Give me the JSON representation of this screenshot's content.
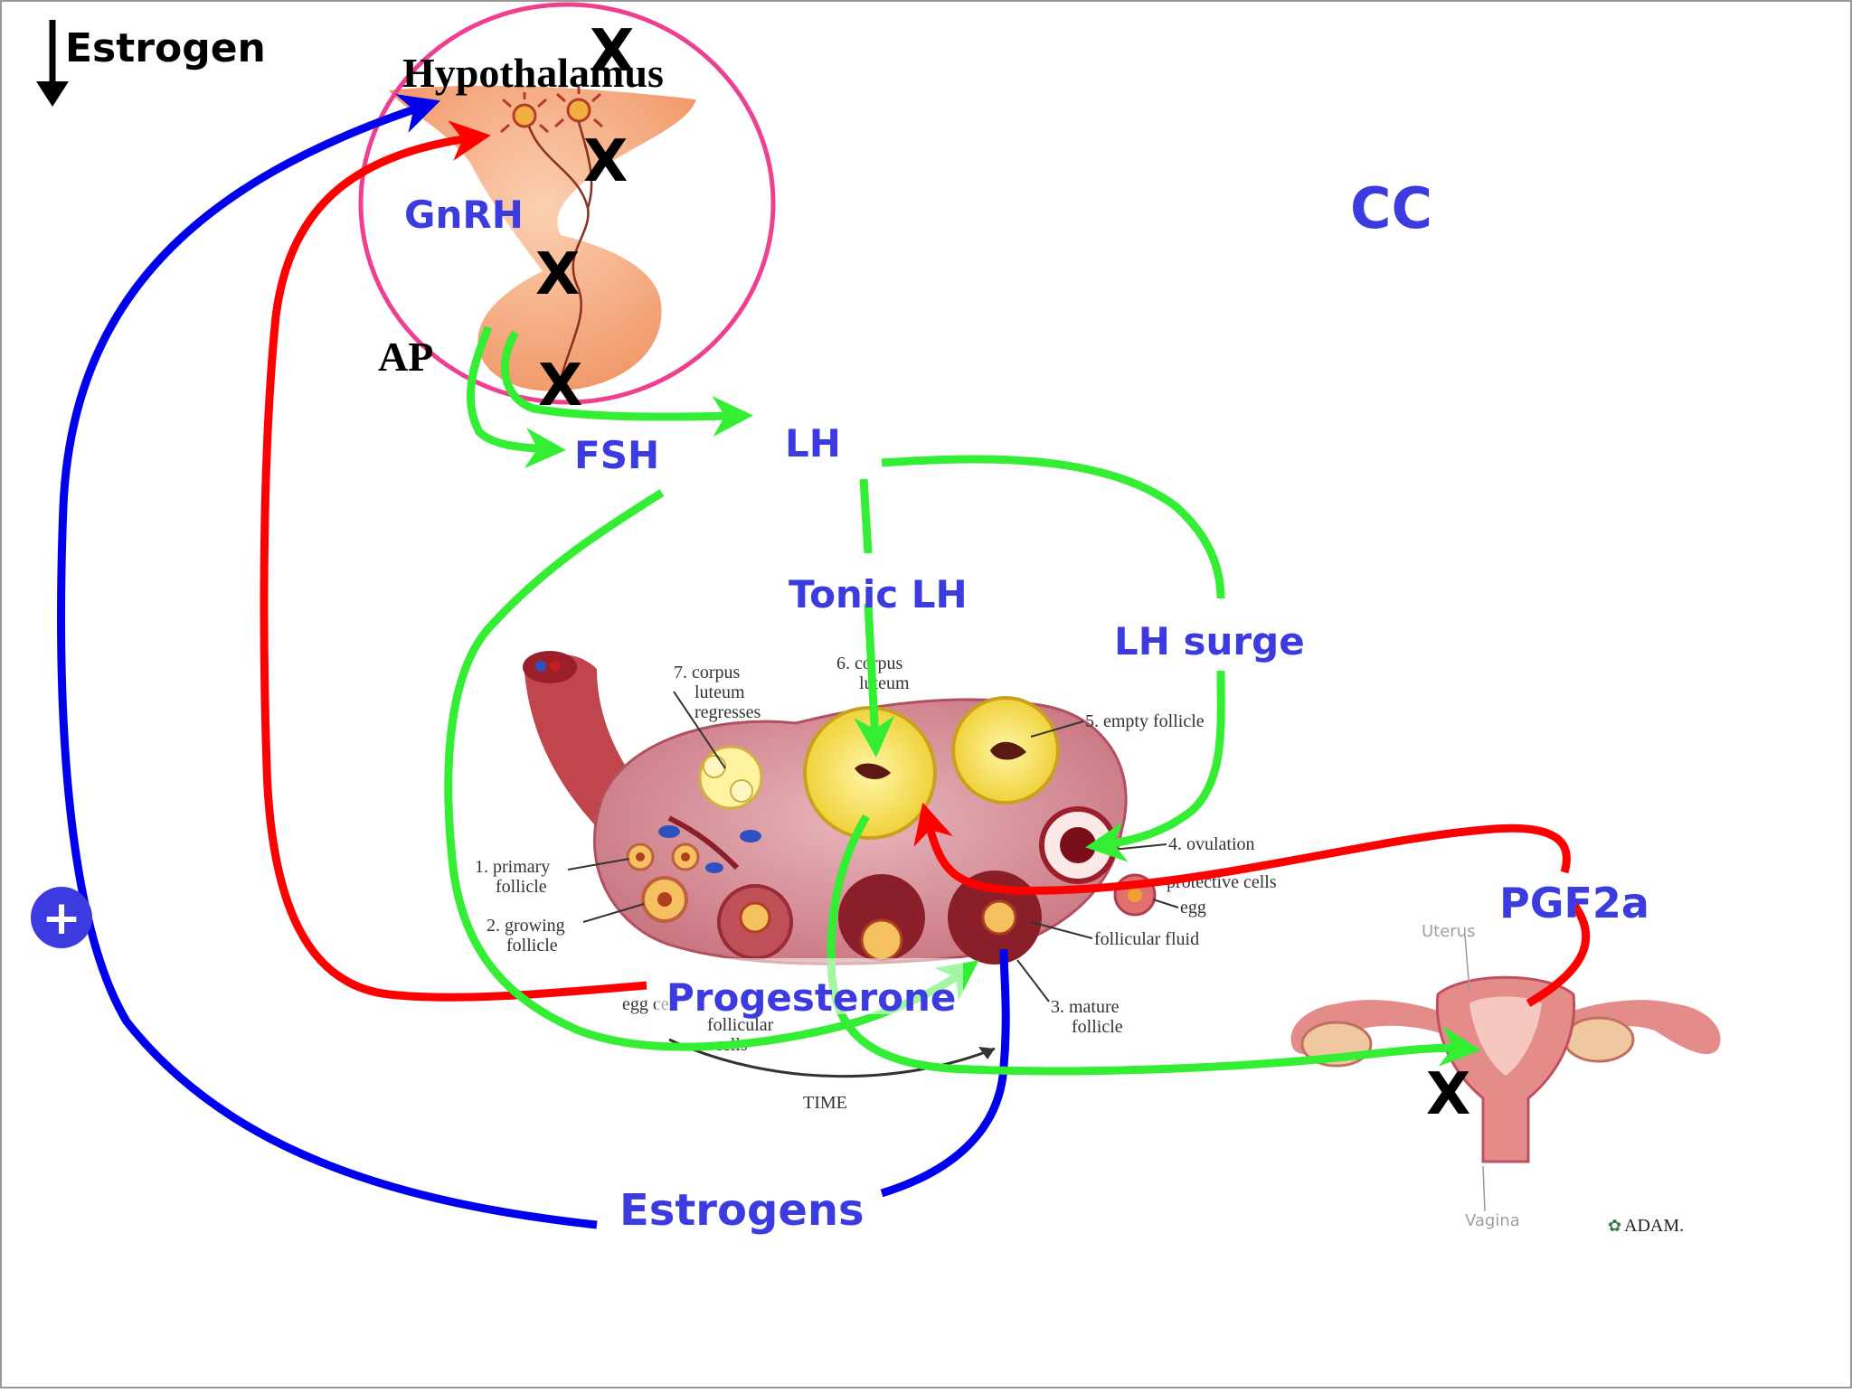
{
  "title_label": "Estrogen",
  "cc_label": "CC",
  "hypothalamus": {
    "title": "Hypothalamus",
    "gnrh_label": "GnRH",
    "ap_label": "AP"
  },
  "hormones": {
    "fsh": "FSH",
    "lh": "LH",
    "tonic_lh": "Tonic LH",
    "lh_surge": "LH surge",
    "progesterone": "Progesterone",
    "estrogens": "Estrogens",
    "pgf2a": "PGF2a"
  },
  "ovary_labels": {
    "primary_follicle": [
      "1. primary",
      "follicle"
    ],
    "growing_follicle": [
      "2. growing",
      "follicle"
    ],
    "mature_follicle": [
      "3. mature",
      "follicle"
    ],
    "ovulation": "4. ovulation",
    "empty_follicle": "5. empty follicle",
    "corpus_luteum": [
      "6. corpus",
      "luteum"
    ],
    "corpus_luteum_regresses": [
      "7. corpus",
      "luteum",
      "regresses"
    ],
    "protective_cells": "protective cells",
    "egg": "egg",
    "follicular_fluid": "follicular fluid",
    "egg_cell": "egg cell",
    "follicular_cells": [
      "follicular",
      "cells"
    ],
    "time": "TIME"
  },
  "uterus_labels": {
    "uterus": "Uterus",
    "vagina": "Vagina"
  },
  "credit": "ADAM.",
  "block_mark": "X",
  "plus_mark": "+",
  "colors": {
    "blue_arrow": "#0000ee",
    "red_arrow": "#ff0000",
    "green_arrow": "#33ee33",
    "label_blue": "#3b3be0",
    "circle_pink": "#ee3f91",
    "tissue": "#f6b48f",
    "ovary": "#d98a93"
  }
}
